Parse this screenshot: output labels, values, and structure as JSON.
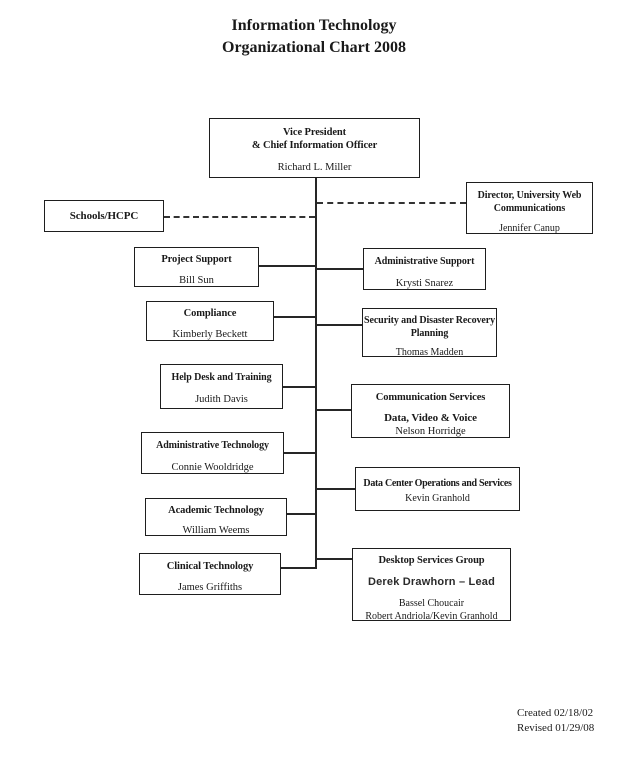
{
  "document": {
    "title_line1": "Information Technology",
    "title_line2": "Organizational Chart 2008",
    "footer": {
      "created": "Created 02/18/02",
      "revised": "Revised 01/29/08"
    }
  },
  "colors": {
    "background": "#ffffff",
    "ink": "#1a1a1a",
    "box_border": "#1e1e1e",
    "connector": "#262626"
  },
  "nodes": {
    "vice_president": {
      "title_lines": [
        "Vice President",
        "& Chief Information Officer"
      ],
      "person": "Richard L. Miller"
    },
    "director_web": {
      "title_lines": [
        "Director, University Web",
        "Communications"
      ],
      "person": "Jennifer Canup"
    },
    "schools": {
      "title": "Schools/HCPC"
    },
    "project_support": {
      "title": "Project Support",
      "person": "Bill Sun"
    },
    "compliance": {
      "title": "Compliance",
      "person": "Kimberly Beckett"
    },
    "help_desk": {
      "title": "Help Desk and Training",
      "person": "Judith Davis"
    },
    "admin_technology": {
      "title": "Administrative Technology",
      "person": "Connie Wooldridge"
    },
    "academic_technology": {
      "title": "Academic Technology",
      "person": "William Weems"
    },
    "clinical_technology": {
      "title": "Clinical Technology",
      "person": "James Griffiths"
    },
    "admin_support": {
      "title": "Administrative Support",
      "person": "Krysti Snarez"
    },
    "security": {
      "title_lines": [
        "Security and Disaster Recovery",
        "Planning"
      ],
      "person": "Thomas Madden"
    },
    "comm_services": {
      "title": "Communication Services",
      "subtitle": "Data, Video & Voice",
      "person": "Nelson Horridge"
    },
    "data_center": {
      "title": "Data Center Operations and Services",
      "person": "Kevin Granhold"
    },
    "desktop_services": {
      "title": "Desktop Services Group",
      "lead": "Derek Drawhorn – Lead",
      "members": [
        "Bassel Choucair",
        "Robert Andriola/Kevin Granhold"
      ]
    }
  }
}
